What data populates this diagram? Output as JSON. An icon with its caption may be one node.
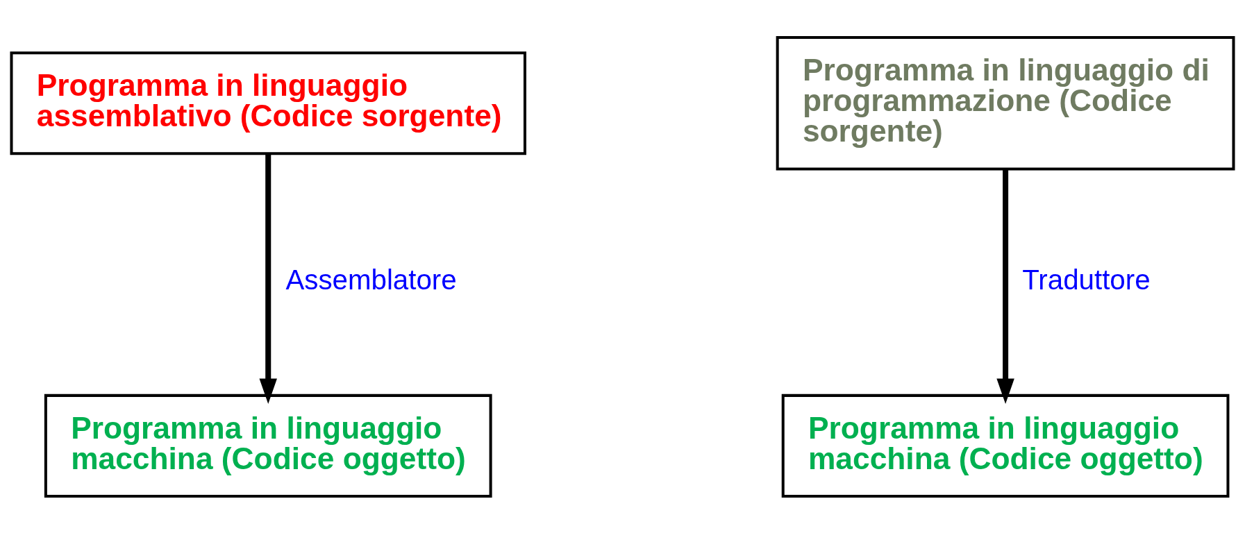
{
  "diagram": {
    "nodes": [
      {
        "text": [
          "Programma in linguaggio assemblativo (Codice sorgente)"
        ]
      },
      {
        "text": [
          "Programma in linguaggio macchina (Codice oggetto)"
        ]
      },
      {
        "text": [
          "Programma in linguaggio di programmazione (Codice sorgente)"
        ]
      },
      {
        "text": [
          "Programma in linguaggio macchina (Codice oggetto)"
        ]
      }
    ],
    "edges": [
      {
        "from": 0,
        "to": 1,
        "arrow": "to",
        "label": "Assemblatore"
      },
      {
        "from": 2,
        "to": 3,
        "arrow": "to",
        "label": "Traduttore"
      }
    ]
  }
}
